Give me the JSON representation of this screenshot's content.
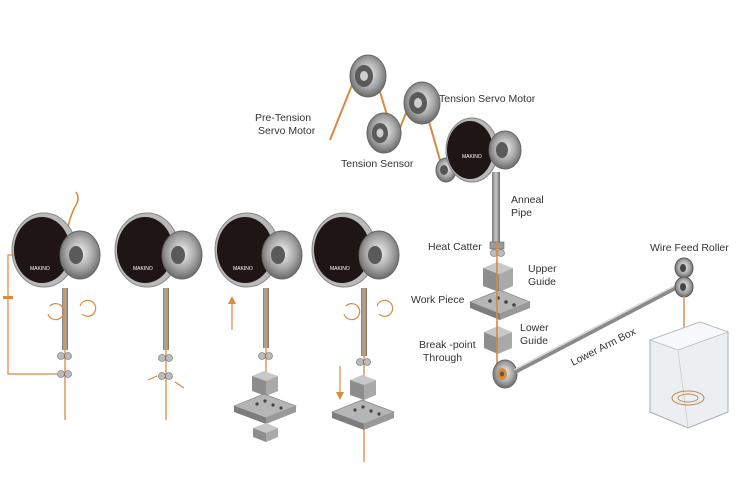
{
  "labels": {
    "pre_tension_1": "Pre-Tension",
    "pre_tension_2": "Servo Motor",
    "tension_sensor": "Tension Sensor",
    "tension_servo_motor": "Tension Servo Motor",
    "anneal_1": "Anneal",
    "anneal_2": "Pipe",
    "heat_catter": "Heat Catter",
    "upper_guide_1": "Upper",
    "upper_guide_2": "Guide",
    "work_piece": "Work Piece",
    "lower_guide_1": "Lower",
    "lower_guide_2": "Guide",
    "break_point_1": "Break -point",
    "break_point_2": "Through",
    "lower_arm_box": "Lower Arm Box",
    "wire_feed_roller": "Wire Feed Roller"
  },
  "brand_text": "MAKINO",
  "colors": {
    "wire": "#d98a3d",
    "motor_face": "#1e1514",
    "motor_rim": "#b9b9b9",
    "metal": "#9a9a9a",
    "label": "#333333"
  }
}
